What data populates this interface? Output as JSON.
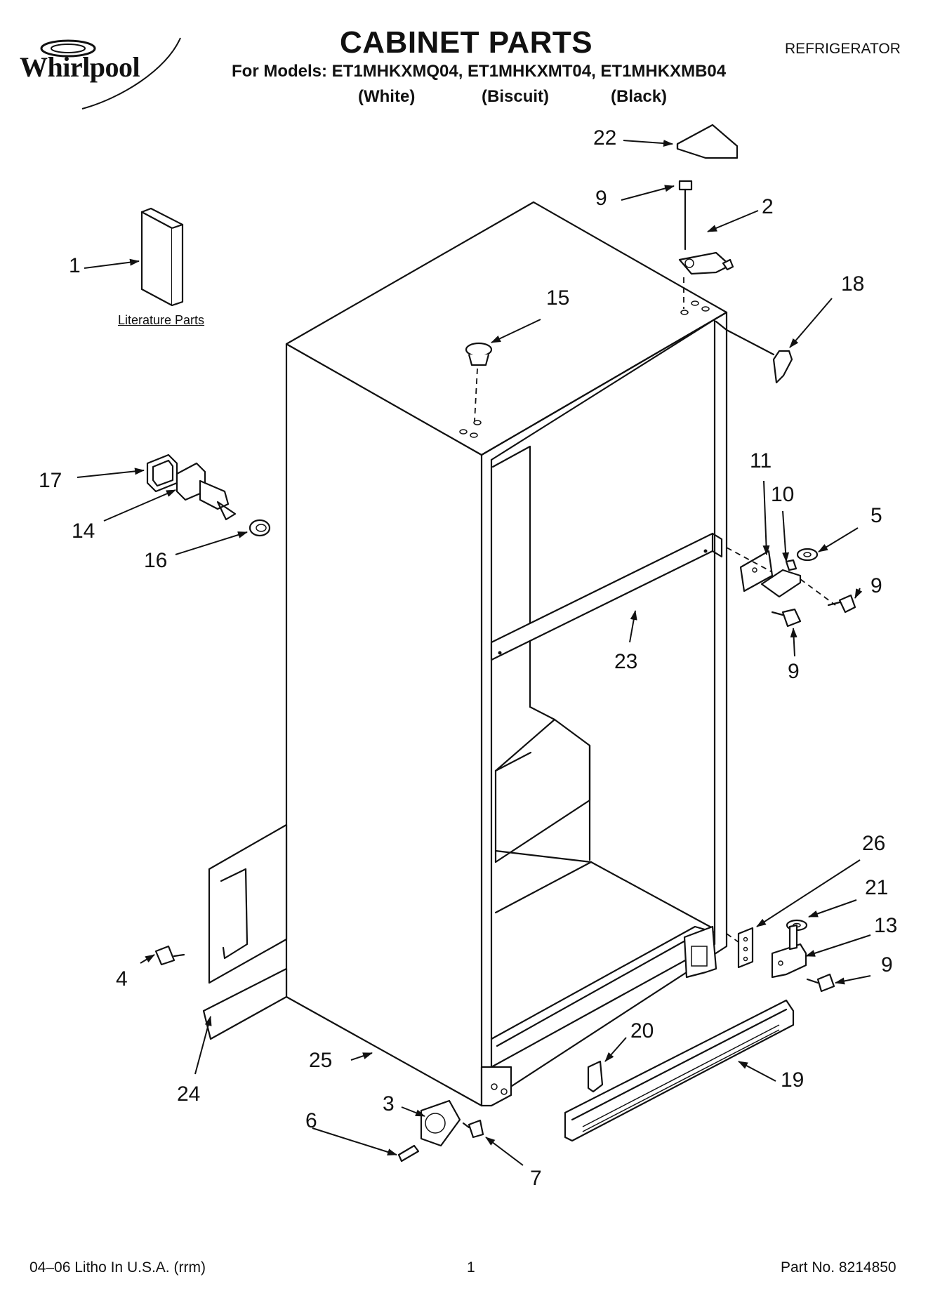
{
  "header": {
    "brand": "Whirlpool",
    "title": "CABINET PARTS",
    "models_line": "For Models: ET1MHKXMQ04, ET1MHKXMT04, ET1MHKXMB04",
    "variants": [
      "(White)",
      "(Biscuit)",
      "(Black)"
    ],
    "appliance": "REFRIGERATOR"
  },
  "callouts": {
    "c1": "1",
    "c2": "2",
    "c3": "3",
    "c4": "4",
    "c5": "5",
    "c6": "6",
    "c7": "7",
    "c9a": "9",
    "c9b": "9",
    "c9c": "9",
    "c9d": "9",
    "c10": "10",
    "c11": "11",
    "c13": "13",
    "c14": "14",
    "c15": "15",
    "c16": "16",
    "c17": "17",
    "c18": "18",
    "c19": "19",
    "c20": "20",
    "c21": "21",
    "c22": "22",
    "c23": "23",
    "c24": "24",
    "c25": "25",
    "c26": "26"
  },
  "literature_label": "Literature Parts",
  "footer": {
    "print_info": "04–06 Litho In U.S.A. (rrm)",
    "page_number": "1",
    "part_number": "Part No. 8214850"
  }
}
